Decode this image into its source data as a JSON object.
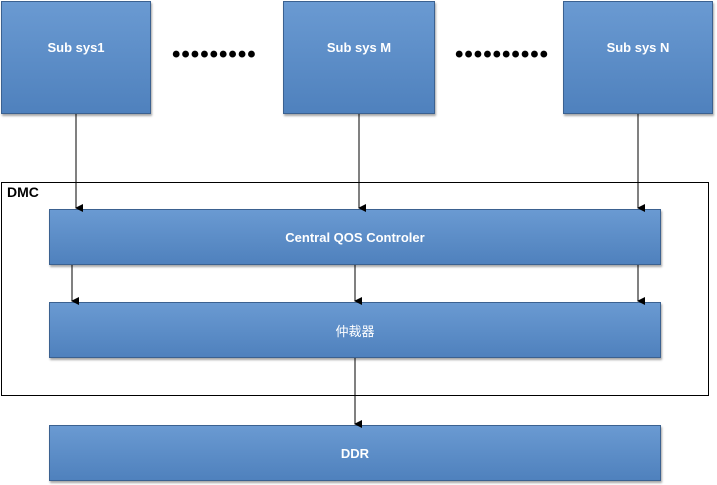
{
  "subsystems": [
    {
      "label": "Sub sys1"
    },
    {
      "label": "Sub sys M"
    },
    {
      "label": "Sub sys N"
    }
  ],
  "separators": [
    "•••••••••",
    "••••••••••"
  ],
  "dmc": {
    "label": "DMC",
    "qos_controller": "Central QOS Controler",
    "arbiter": "仲裁器"
  },
  "ddr": "DDR",
  "colors": {
    "box_fill": "#4f81bd",
    "box_border": "#3b6190",
    "text": "#ffffff",
    "line": "#000000"
  }
}
